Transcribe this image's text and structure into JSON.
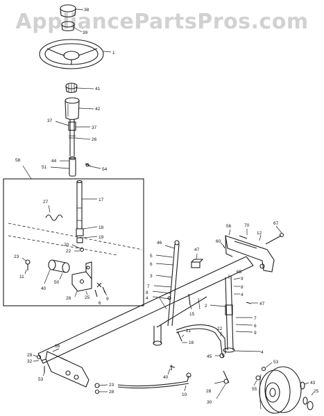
{
  "watermark": "AppliancePartsPros.com",
  "callouts": {
    "c38": "38",
    "c39": "39",
    "c1": "1",
    "c41": "41",
    "c42": "42",
    "c37a": "37",
    "c37b": "37",
    "c26": "26",
    "c44": "44",
    "c51": "51",
    "c54": "54",
    "c58": "58",
    "c27": "27",
    "c17": "17",
    "c18": "18",
    "c19": "19",
    "c20": "20",
    "c22a": "22",
    "c23a": "23",
    "c11": "11",
    "c40": "40",
    "c50": "50",
    "c25a": "25",
    "c28": "28",
    "c9a": "9",
    "c6a": "6",
    "c56": "56",
    "c70": "70",
    "c12": "12",
    "c67": "67",
    "c46": "46",
    "c5a": "5",
    "c8a": "8",
    "c47a": "47",
    "c60": "60",
    "c3": "3",
    "c7a": "7",
    "c4a": "4",
    "c21": "21",
    "c16": "16",
    "c15": "15",
    "c65": "65",
    "c47b": "47",
    "c2": "2",
    "c22b": "22",
    "c45": "45",
    "c55": "55",
    "c66": "66",
    "c29": "29",
    "c53": "53",
    "c10": "10",
    "c30": "30",
    "c23b": "23",
    "c25b": "25",
    "c43": "43",
    "c32": "32"
  },
  "colors": {
    "line": "#1a1a1a",
    "watermark": "#c9c9c9",
    "background": "#ffffff"
  }
}
